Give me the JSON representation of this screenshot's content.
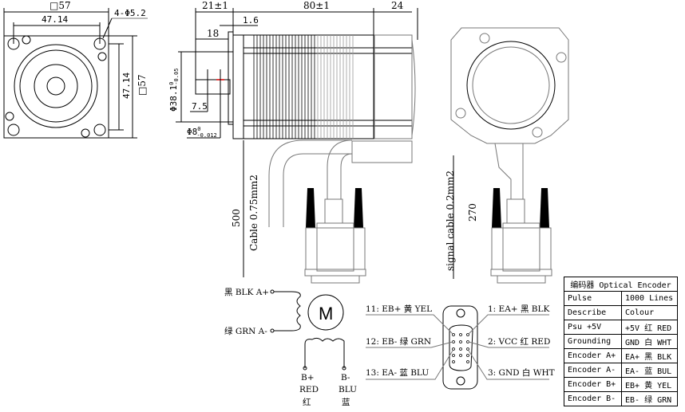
{
  "front_view": {
    "square_width": "□57",
    "hole_spacing_h": "47.14",
    "holes": "4-Φ5.2",
    "hole_spacing_v": "47.14",
    "square_height": "□57"
  },
  "side_view": {
    "shaft_length": "21±1",
    "body_length": "80±1",
    "encoder_length": "24",
    "flange_thickness": "1.6",
    "shaft_usable": "18",
    "boss_diameter": "Φ38.1",
    "boss_tol_upper": "0",
    "boss_tol_lower": "-0.05",
    "flat_depth": "7.5",
    "shaft_diameter": "Φ8",
    "shaft_tol_upper": "0",
    "shaft_tol_lower": "-0.012",
    "cable_length": "500",
    "cable_spec": "Cable 0.75mm2"
  },
  "end_view": {
    "signal_cable": "signal cable 0.2mm2",
    "signal_length": "270"
  },
  "motor_wiring": {
    "a_plus": "黑 BLK A+",
    "a_minus": "绿 GRN A-",
    "motor_symbol": "M",
    "b_plus": [
      "B+",
      "RED",
      "红"
    ],
    "b_minus": [
      "B-",
      "BLU",
      "蓝"
    ]
  },
  "connector_pins": {
    "left": [
      "11: EB+ 黄 YEL",
      "12: EB- 绿 GRN",
      "13: EA- 蓝 BLU"
    ],
    "right": [
      "1: EA+ 黑 BLK",
      "2: VCC 红 RED",
      "3: GND 白 WHT"
    ]
  },
  "encoder_table": {
    "title": "编码器 Optical Encoder",
    "rows": [
      [
        "Pulse",
        "1000 Lines"
      ],
      [
        "Describe",
        "Colour"
      ],
      [
        "Psu +5V",
        "+5V 红 RED"
      ],
      [
        "Grounding",
        "GND 白 WHT"
      ],
      [
        "Encoder A+",
        "EA+ 黑 BLK"
      ],
      [
        "Encoder A-",
        "EA- 蓝 BUL"
      ],
      [
        "Encoder B+",
        "EB+ 黄 YEL"
      ],
      [
        "Encoder B-",
        "EB- 绿 GRN"
      ]
    ]
  }
}
